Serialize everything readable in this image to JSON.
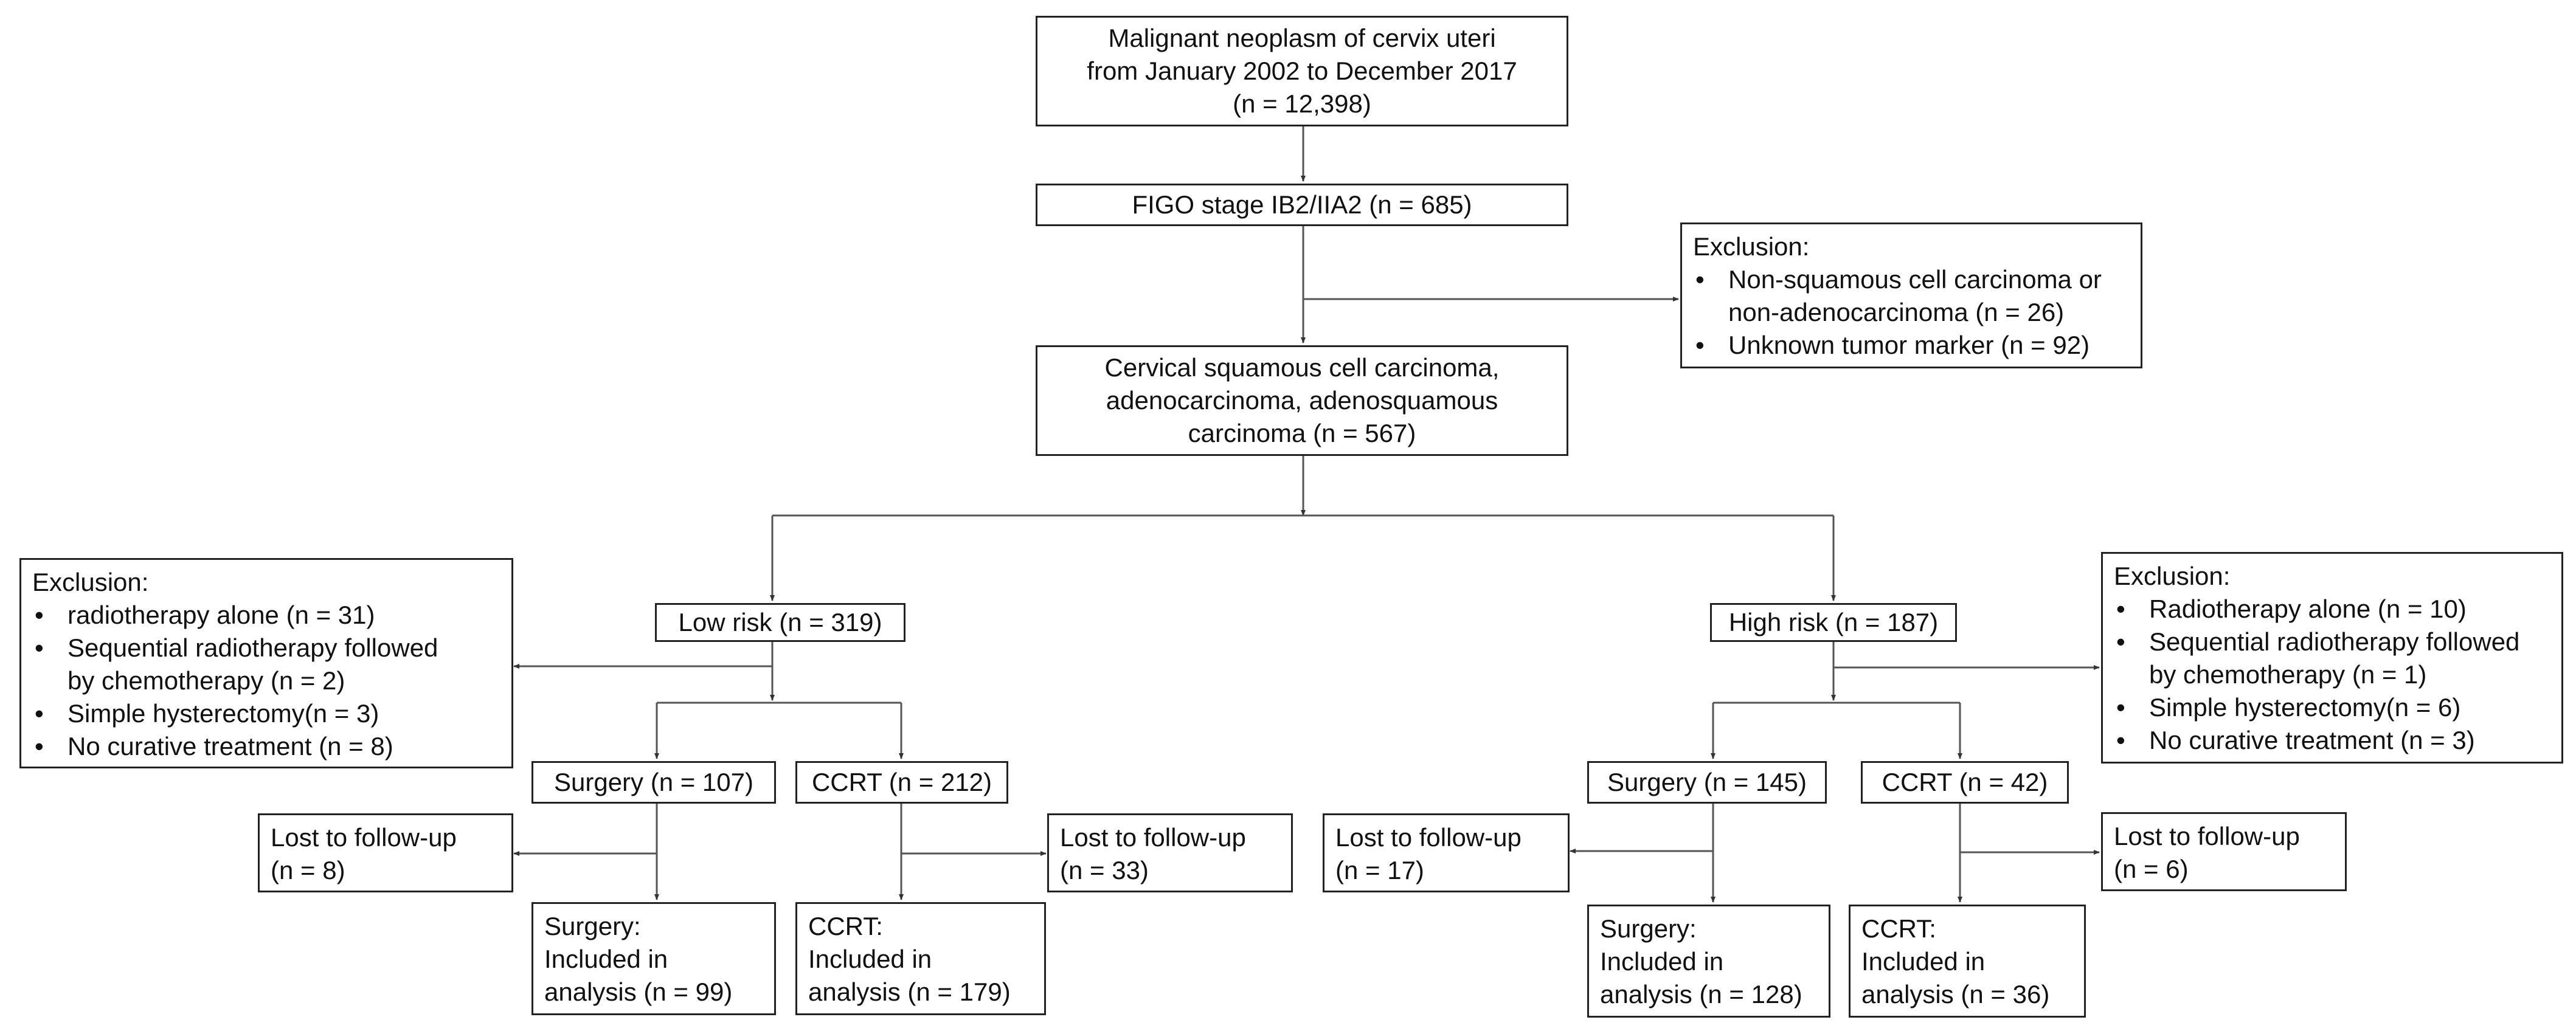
{
  "nodes": {
    "source": {
      "lines": [
        "Malignant neoplasm of cervix uteri",
        "from January 2002 to December 2017",
        "(n = 12,398)"
      ]
    },
    "figo": {
      "lines": [
        "FIGO stage IB2/IIA2  (n = 685)"
      ]
    },
    "exclusion_top": {
      "title": "Exclusion:",
      "items": [
        [
          "Non-squamous cell carcinoma or",
          "non-adenocarcinoma (n = 26)"
        ],
        [
          "Unknown tumor marker (n = 92)"
        ]
      ]
    },
    "histology": {
      "lines": [
        "Cervical squamous cell carcinoma,",
        "adenocarcinoma, adenosquamous",
        "carcinoma (n = 567)"
      ]
    },
    "low_risk": {
      "lines": [
        "Low risk (n = 319)"
      ]
    },
    "high_risk": {
      "lines": [
        "High risk (n = 187)"
      ]
    },
    "exclusion_low": {
      "title": "Exclusion:",
      "items": [
        [
          "radiotherapy alone (n = 31)"
        ],
        [
          "Sequential radiotherapy followed",
          "by chemotherapy (n = 2)"
        ],
        [
          "Simple hysterectomy(n = 3)"
        ],
        [
          "No curative treatment (n = 8)"
        ]
      ]
    },
    "exclusion_high": {
      "title": "Exclusion:",
      "items": [
        [
          "Radiotherapy alone (n = 10)"
        ],
        [
          "Sequential radiotherapy followed",
          "by chemotherapy (n = 1)"
        ],
        [
          "Simple hysterectomy(n = 6)"
        ],
        [
          "No curative treatment (n = 3)"
        ]
      ]
    },
    "low_surgery": {
      "lines": [
        "Surgery (n = 107)"
      ]
    },
    "low_ccrt": {
      "lines": [
        "CCRT (n = 212)"
      ]
    },
    "high_surgery": {
      "lines": [
        "Surgery (n = 145)"
      ]
    },
    "high_ccrt": {
      "lines": [
        "CCRT (n = 42)"
      ]
    },
    "lost_low_surgery": {
      "lines": [
        "Lost to  follow-up",
        "(n = 8)"
      ]
    },
    "lost_low_ccrt": {
      "lines": [
        "Lost to  follow-up",
        "(n = 33)"
      ]
    },
    "lost_high_surgery": {
      "lines": [
        "Lost to  follow-up",
        "(n = 17)"
      ]
    },
    "lost_high_ccrt": {
      "lines": [
        "Lost to  follow-up",
        "(n = 6)"
      ]
    },
    "incl_low_surgery": {
      "lines": [
        "Surgery:",
        " Included in",
        "analysis (n = 99)"
      ]
    },
    "incl_low_ccrt": {
      "lines": [
        "CCRT:",
        "Included in",
        "analysis (n = 179)"
      ]
    },
    "incl_high_surgery": {
      "lines": [
        "Surgery:",
        "Included in",
        "analysis (n = 128)"
      ]
    },
    "incl_high_ccrt": {
      "lines": [
        "CCRT:",
        "Included in",
        "analysis (n = 36)"
      ]
    }
  }
}
